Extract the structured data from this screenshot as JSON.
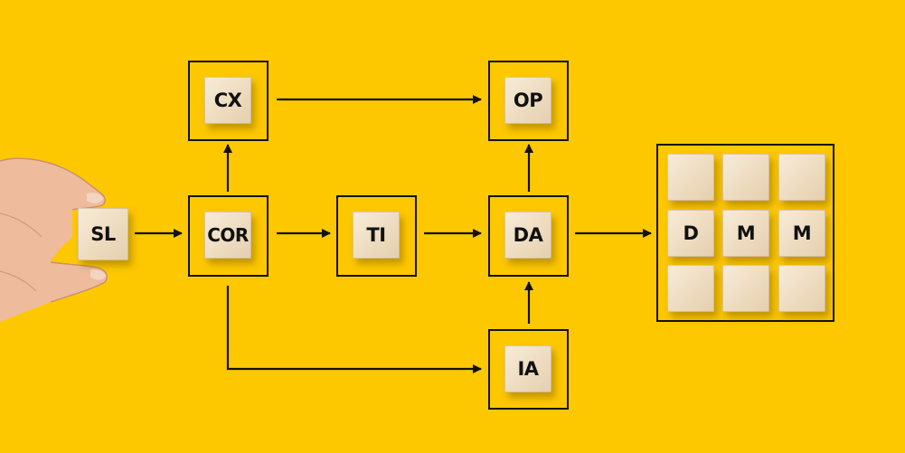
{
  "nodes": {
    "sl": "SL",
    "cor": "COR",
    "cx": "CX",
    "op": "OP",
    "ti": "TI",
    "da": "DA",
    "ia": "IA"
  },
  "grid": {
    "cells": [
      "",
      "",
      "",
      "D",
      "M",
      "M",
      "",
      "",
      ""
    ]
  },
  "colors": {
    "background": "#fdc800",
    "line": "#111111",
    "cube": "#eedcc0"
  }
}
